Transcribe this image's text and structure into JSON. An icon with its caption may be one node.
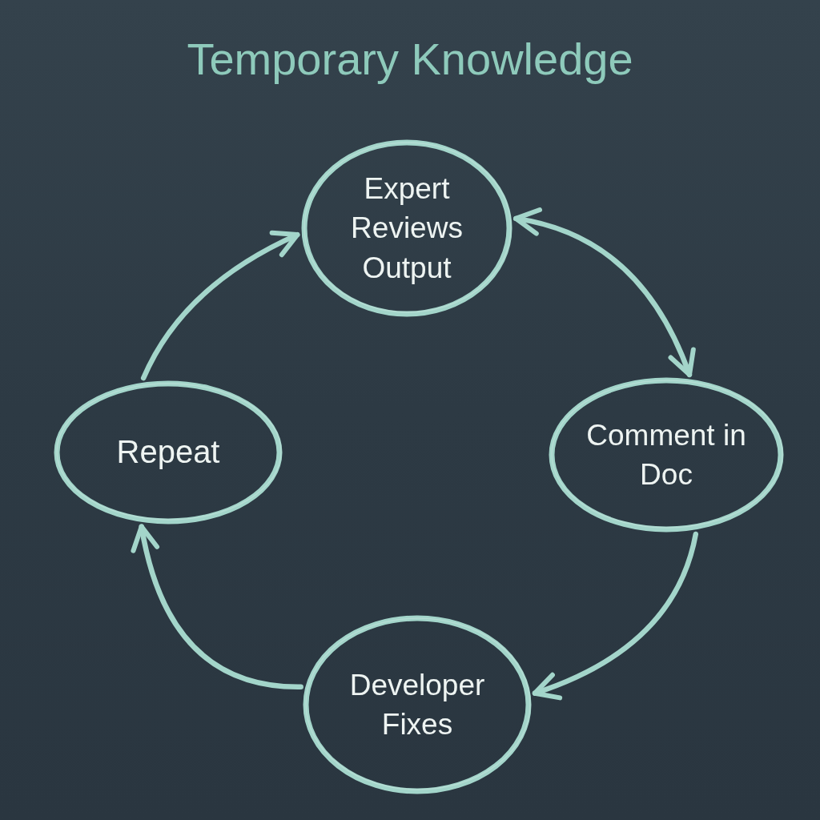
{
  "diagram": {
    "title": "Temporary Knowledge",
    "nodes": [
      {
        "text": [
          "Expert Reviews Output"
        ]
      },
      {
        "text": [
          "Repeat"
        ]
      },
      {
        "text": [
          "Comment in Doc"
        ]
      },
      {
        "text": [
          "Developer Fixes"
        ]
      }
    ],
    "edges": [
      {
        "from": 1,
        "to": 0,
        "arrow": "to"
      },
      {
        "from": 0,
        "to": 2,
        "arrow": "both"
      },
      {
        "from": 2,
        "to": 3,
        "arrow": "to"
      },
      {
        "from": 3,
        "to": 1,
        "arrow": "to"
      }
    ]
  }
}
